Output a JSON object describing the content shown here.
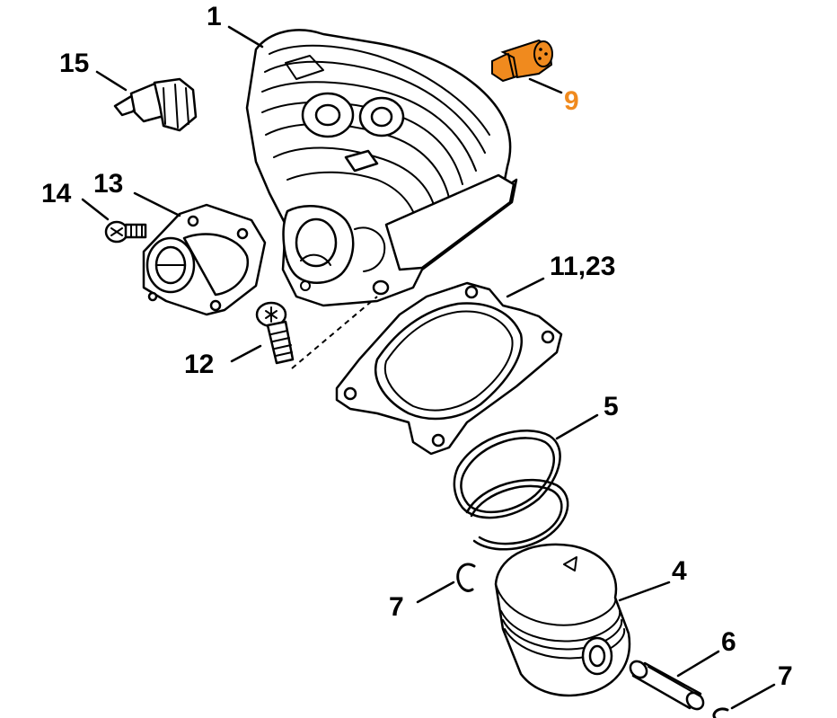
{
  "colors": {
    "line": "#000000",
    "background": "#ffffff",
    "highlight": "#f08a1e"
  },
  "callouts": {
    "c1": "1",
    "c15": "15",
    "c9": "9",
    "c14": "14",
    "c13": "13",
    "c11_23": "11,23",
    "c12": "12",
    "c5": "5",
    "c7a": "7",
    "c4": "4",
    "c6": "6",
    "c7b": "7"
  },
  "highlighted_part": "9"
}
